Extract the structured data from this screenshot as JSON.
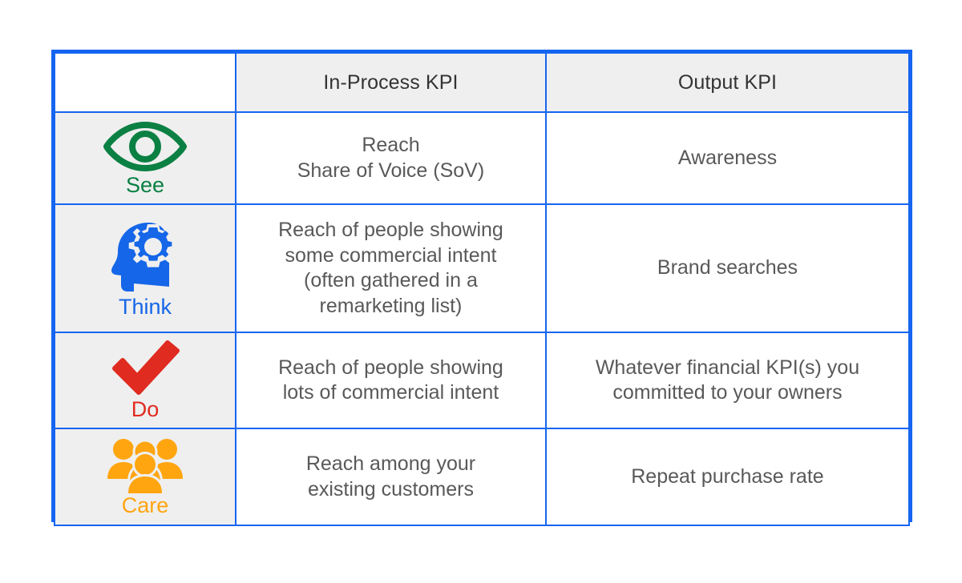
{
  "table": {
    "columns": [
      {
        "key": "stage",
        "label": ""
      },
      {
        "key": "inproc",
        "label": "In-Process KPI"
      },
      {
        "key": "output",
        "label": "Output KPI"
      }
    ],
    "rows": [
      {
        "stage_label": "See",
        "stage_icon": "eye-icon",
        "stage_color": "#0b8043",
        "in_process_kpi_lines": [
          "Reach",
          "Share of Voice (SoV)"
        ],
        "output_kpi_lines": [
          "Awareness"
        ]
      },
      {
        "stage_label": "Think",
        "stage_icon": "head-with-gear-icon",
        "stage_color": "#1566e8",
        "in_process_kpi_lines": [
          "Reach of people showing",
          "some commercial intent",
          "(often gathered in a",
          "remarketing list)"
        ],
        "output_kpi_lines": [
          "Brand searches"
        ]
      },
      {
        "stage_label": "Do",
        "stage_icon": "checkmark-icon",
        "stage_color": "#e02b20",
        "in_process_kpi_lines": [
          "Reach of people showing",
          "lots of commercial intent"
        ],
        "output_kpi_lines": [
          "Whatever financial KPI(s) you",
          "committed to your owners"
        ]
      },
      {
        "stage_label": "Care",
        "stage_icon": "people-group-icon",
        "stage_color": "#ffa510",
        "in_process_kpi_lines": [
          "Reach among your",
          "existing customers"
        ],
        "output_kpi_lines": [
          "Repeat purchase rate"
        ]
      }
    ]
  },
  "colors": {
    "border": "#1565f0",
    "header_background": "#efefef",
    "stage_background": "#efefef",
    "cell_background": "#ffffff",
    "header_text": "#333333",
    "body_text": "#595959"
  }
}
